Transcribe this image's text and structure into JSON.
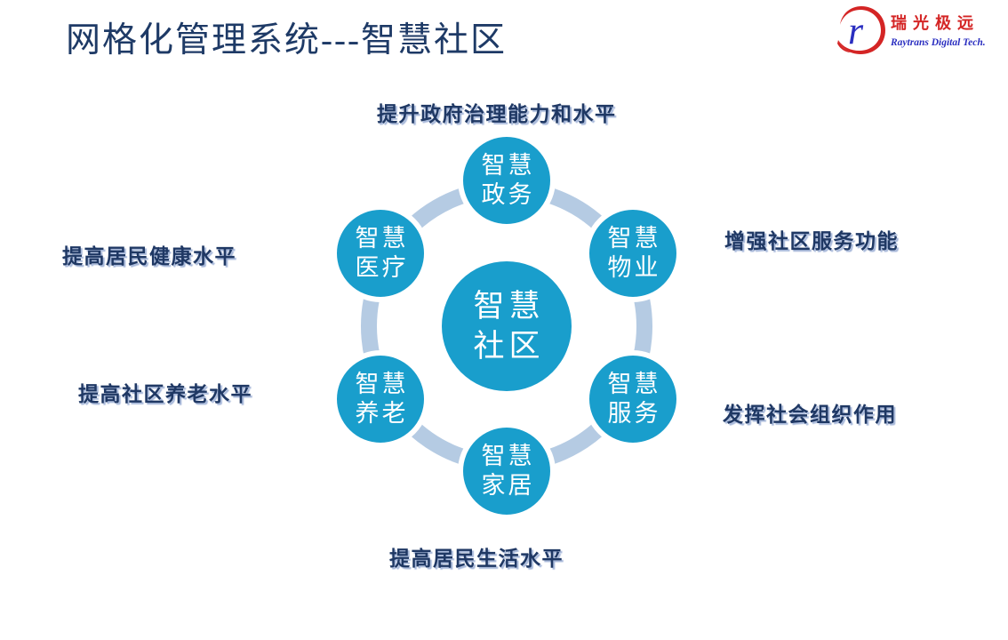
{
  "slide": {
    "title": "网格化管理系统---智慧社区",
    "background": "#ffffff"
  },
  "logo": {
    "mark_letter": "r",
    "name_cn": "瑞光极远",
    "name_en": "Raytrans Digital Tech.",
    "red": "#d42525",
    "blue": "#2a2ec0"
  },
  "diagram": {
    "colors": {
      "node_fill": "#199ecc",
      "ring": "#b5cbe3",
      "node_text": "#ffffff",
      "label_text": "#1f3864"
    },
    "center": {
      "line1": "智慧",
      "line2": "社区"
    },
    "nodes": [
      {
        "position": "top",
        "line1": "智慧",
        "line2": "政务"
      },
      {
        "position": "upper-right",
        "line1": "智慧",
        "line2": "物业"
      },
      {
        "position": "lower-right",
        "line1": "智慧",
        "line2": "服务"
      },
      {
        "position": "bottom",
        "line1": "智慧",
        "line2": "家居"
      },
      {
        "position": "lower-left",
        "line1": "智慧",
        "line2": "养老"
      },
      {
        "position": "upper-left",
        "line1": "智慧",
        "line2": "医疗"
      }
    ],
    "labels": [
      {
        "position": "top",
        "text": "提升政府治理能力和水平"
      },
      {
        "position": "right-upper",
        "text": "增强社区服务功能"
      },
      {
        "position": "right-lower",
        "text": "发挥社会组织作用"
      },
      {
        "position": "bottom",
        "text": "提高居民生活水平"
      },
      {
        "position": "left-lower",
        "text": "提高社区养老水平"
      },
      {
        "position": "left-upper",
        "text": "提高居民健康水平"
      }
    ]
  }
}
